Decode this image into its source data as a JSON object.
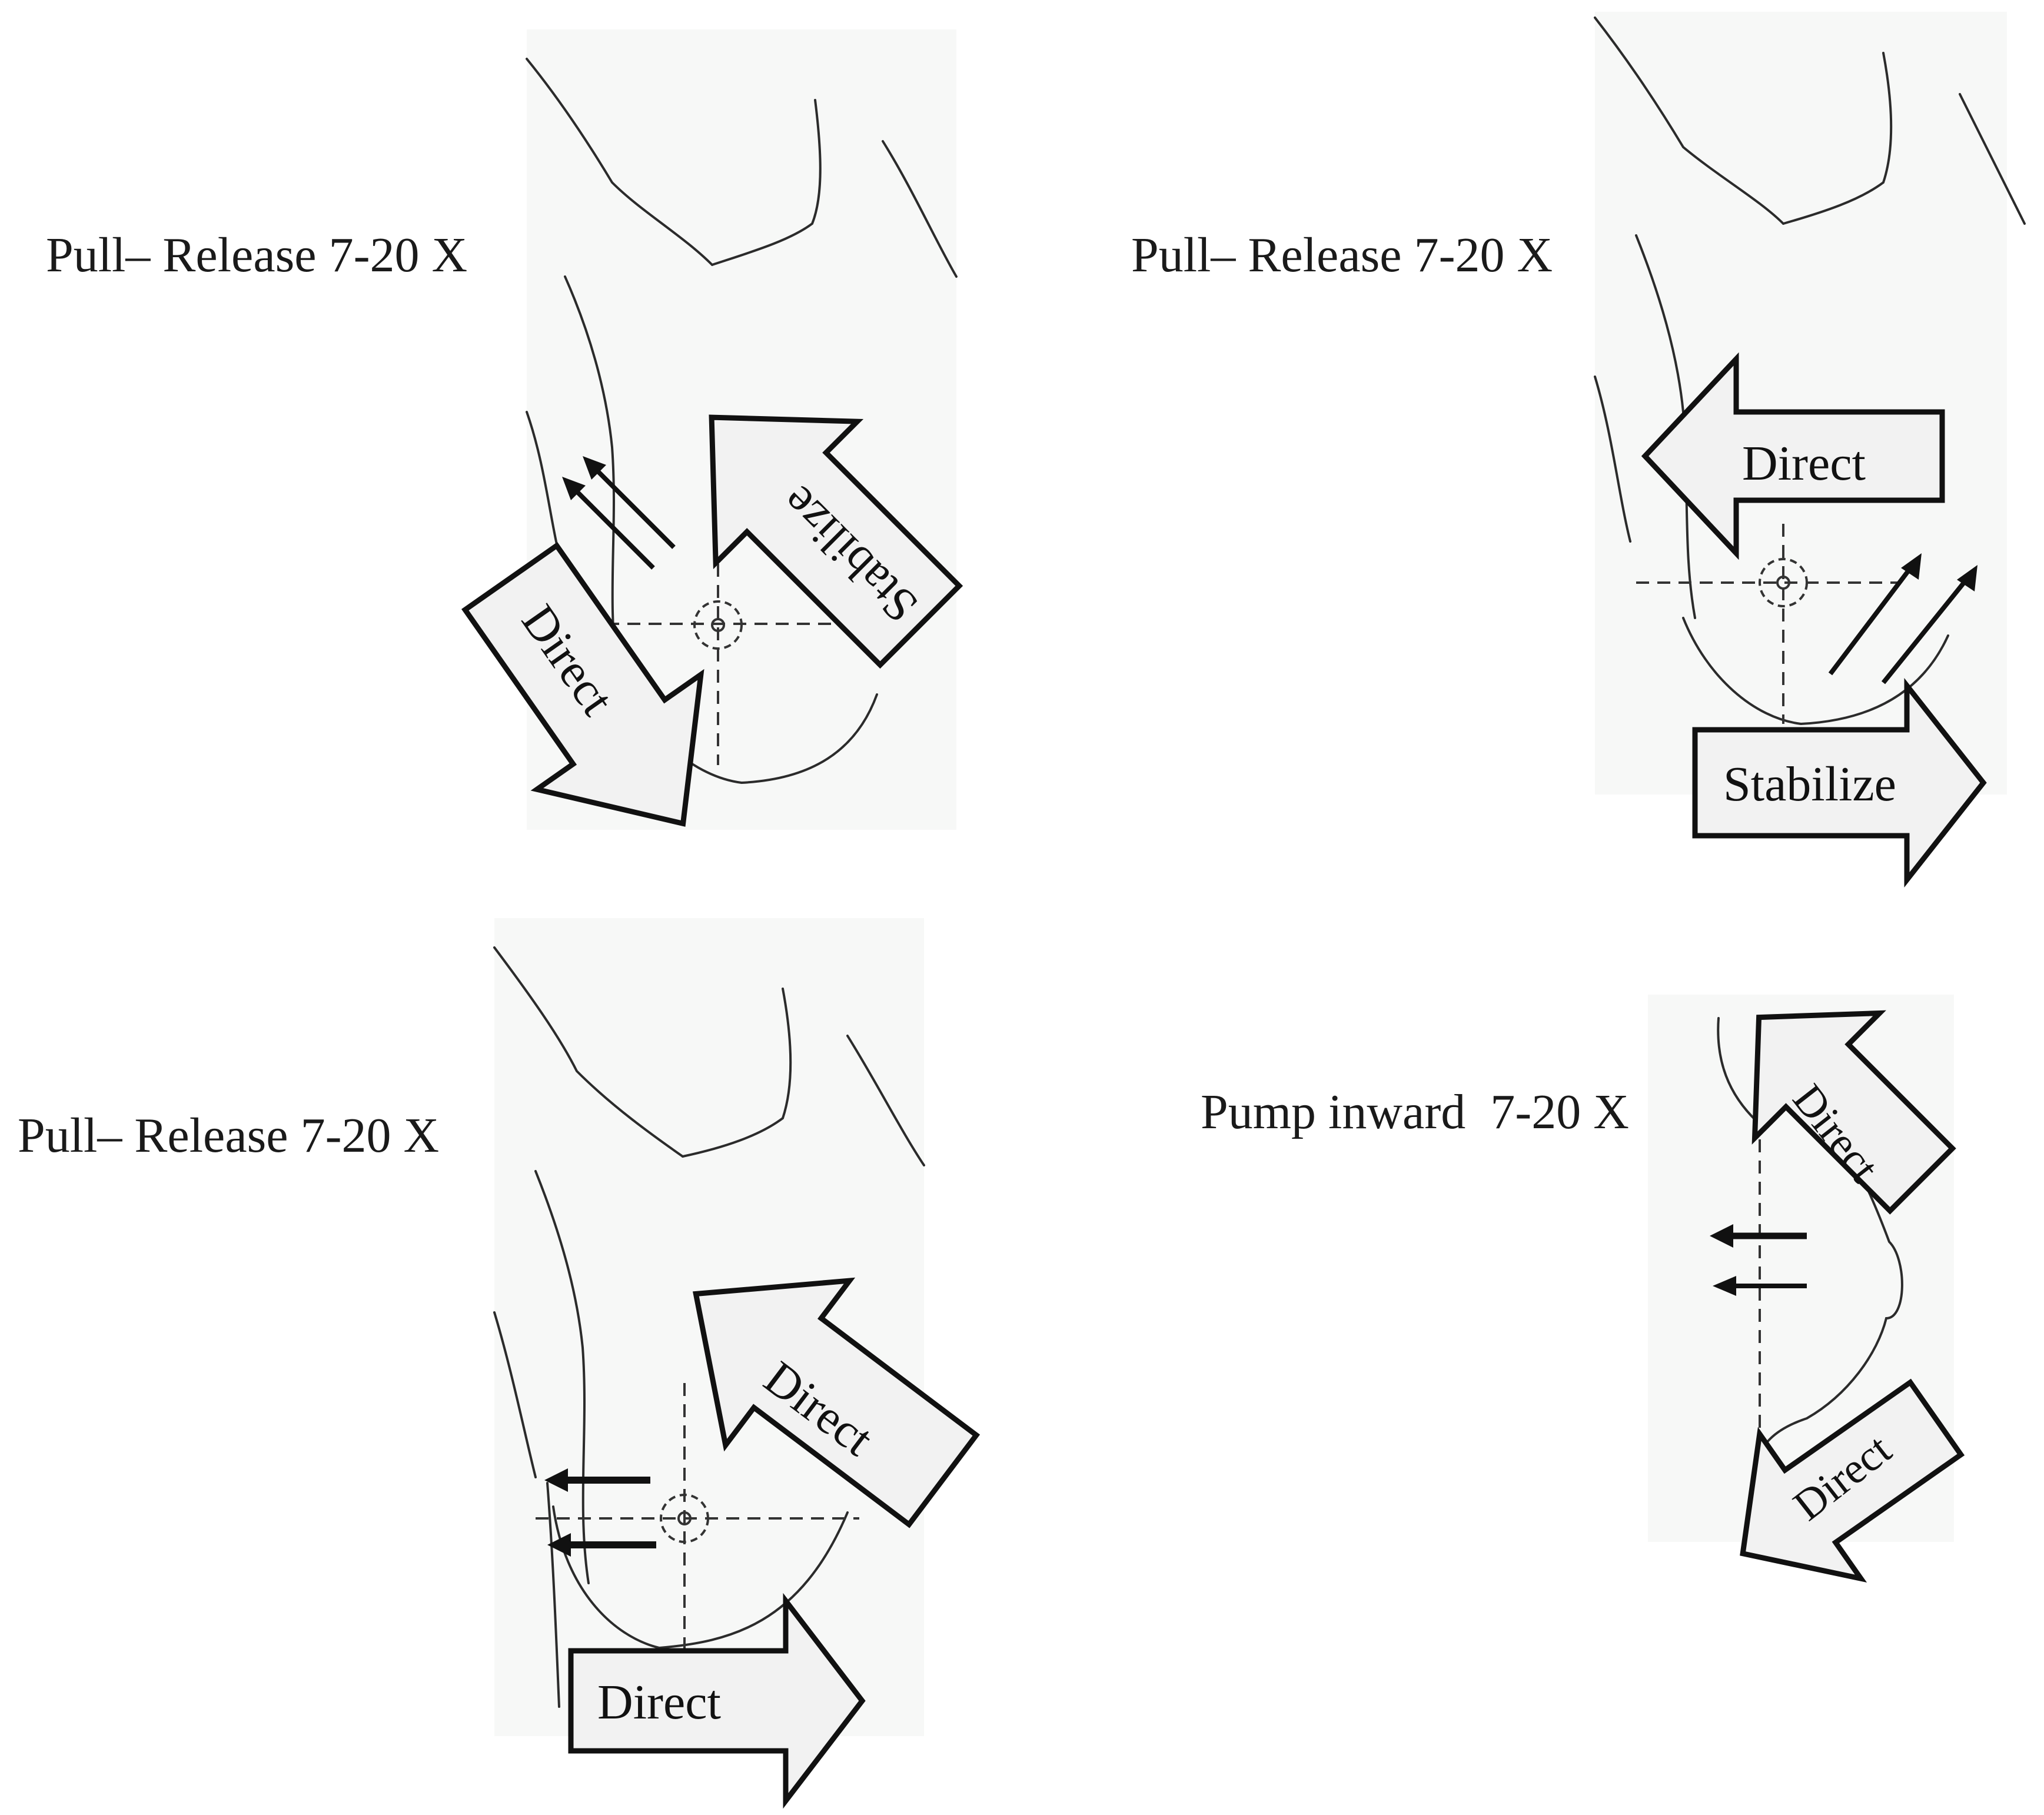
{
  "panels": {
    "top_left": {
      "caption": "Pull– Release 7-20 X",
      "arrow_a": "Stabilize",
      "arrow_b": "Direct"
    },
    "top_right": {
      "caption": "Pull– Release 7-20 X",
      "arrow_a": "Direct",
      "arrow_b": "Stabilize"
    },
    "bottom_left": {
      "caption": "Pull– Release 7-20 X",
      "arrow_a": "Direct",
      "arrow_b": "Direct"
    },
    "bottom_right": {
      "caption": "Pump inward  7-20 X",
      "arrow_a": "Direct",
      "arrow_b": "Direct"
    }
  }
}
